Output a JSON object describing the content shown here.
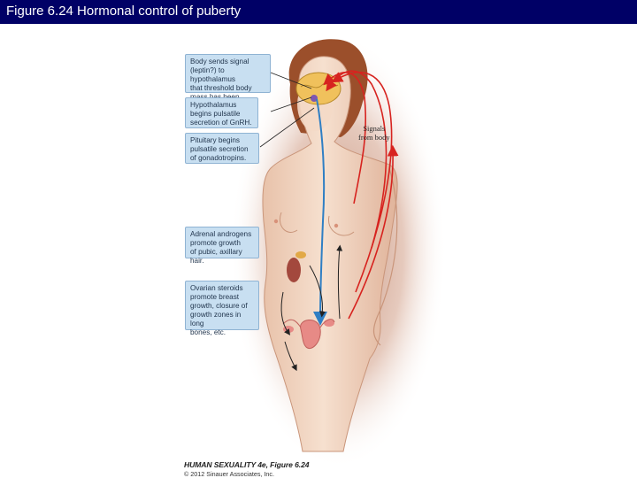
{
  "header": {
    "title": "Figure 6.24  Hormonal control of puberty"
  },
  "labels": {
    "body_signal": "Body sends signal\n(leptin?) to hypothalamus\nthat threshold body\nmass has been reached.",
    "hypothalamus": "Hypothalamus\nbegins pulsatile\nsecretion of GnRH.",
    "pituitary": "Pituitary begins\npulsatile secretion\nof gonadotropins.",
    "adrenal": "Adrenal androgens\npromote growth\nof pubic, axillary hair.",
    "ovarian": "Ovarian steroids\npromote breast\ngrowth, closure of\ngrowth zones in long\nbones, etc."
  },
  "signals_label": "Signals\nfrom body",
  "credit": {
    "line1": "HUMAN SEXUALITY 4e, Figure 6.24",
    "line2": "© 2012 Sinauer Associates, Inc."
  },
  "colors": {
    "title_bar": "#000066",
    "label_box": "#c8dff1",
    "signal_arrow": "#d7231f",
    "gnrh_arrow": "#2f7fc4",
    "skin": "#f1d4c0",
    "halo": "#b8684a"
  }
}
